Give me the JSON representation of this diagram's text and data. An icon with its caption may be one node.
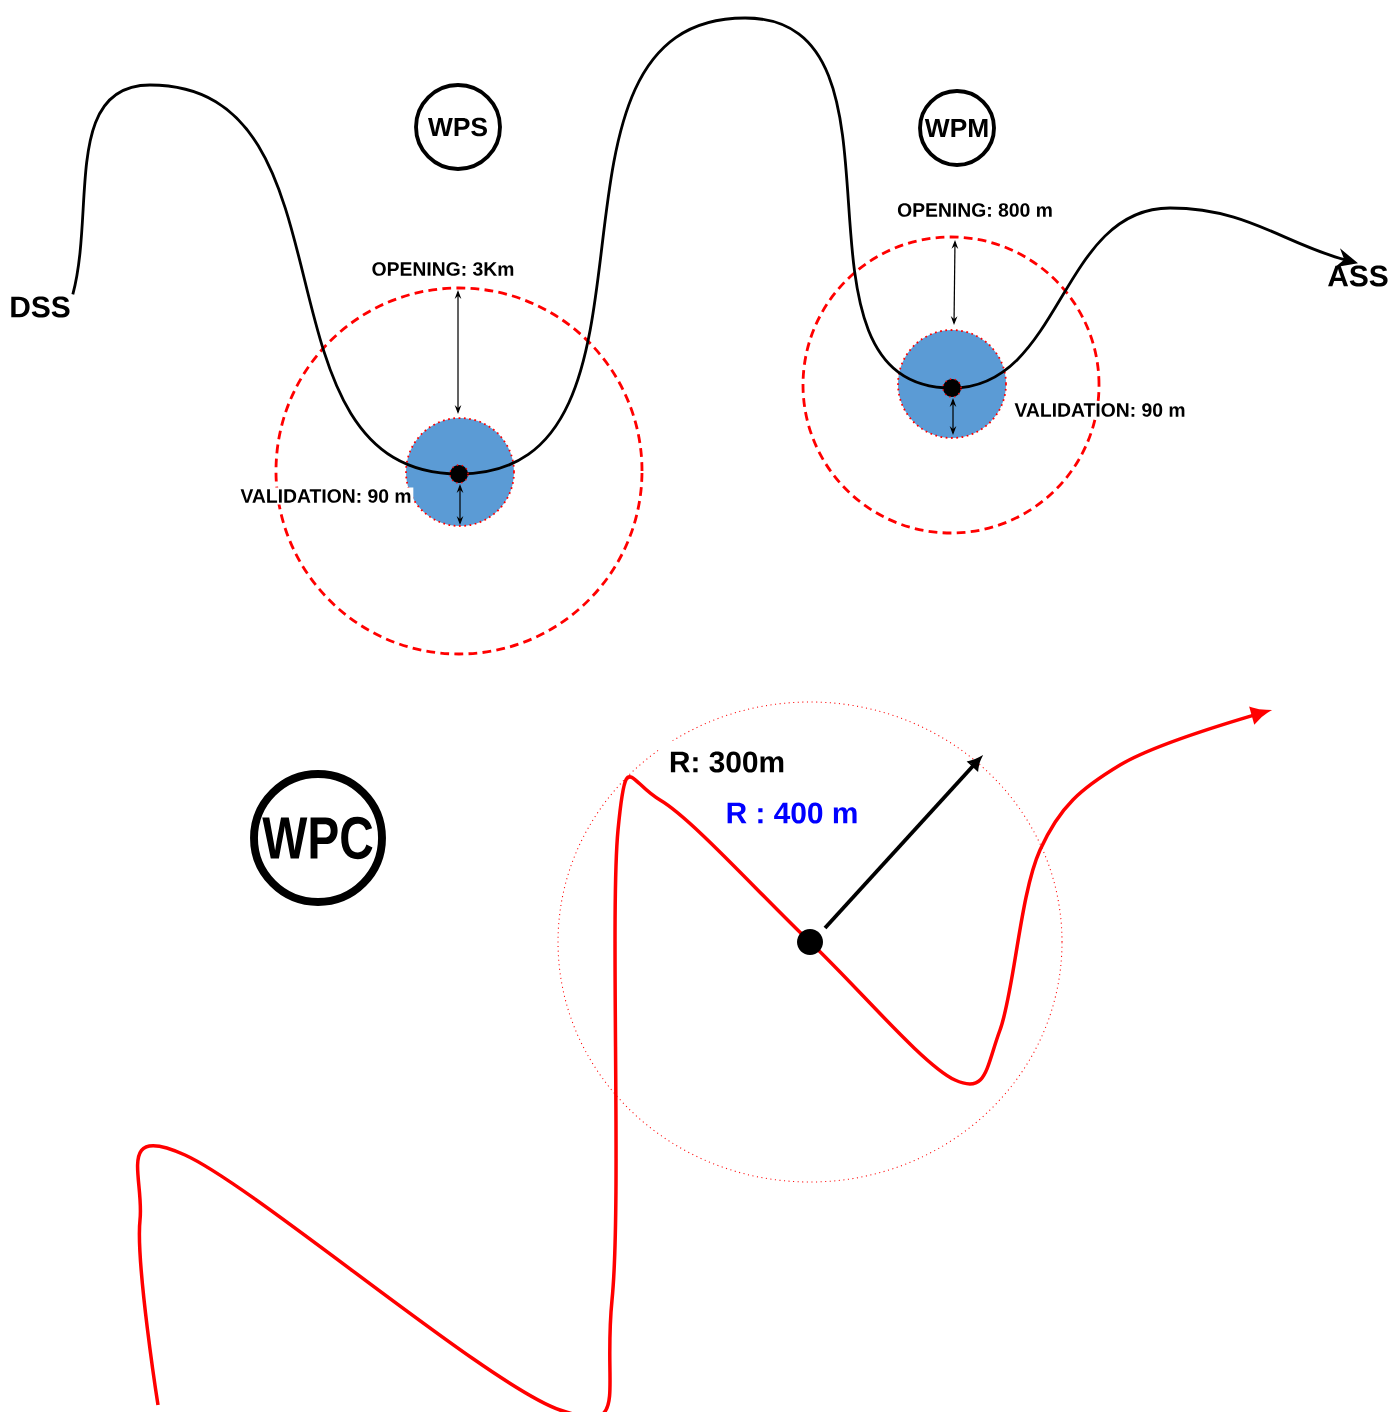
{
  "diagram": {
    "nodes": [
      {
        "text": [
          "DSS"
        ]
      },
      {
        "text": [
          "WPS"
        ]
      },
      {
        "text": [
          "WPM"
        ]
      },
      {
        "text": [
          "ASS"
        ]
      },
      {
        "text": [
          "WPC"
        ]
      }
    ],
    "edges": [
      {
        "from": 0,
        "to": 3,
        "arrow": "to"
      }
    ],
    "labels": [
      "OPENING: 3Km",
      "VALIDATION: 90 m",
      "OPENING: 800 m",
      "VALIDATION: 90 m",
      "R: 300m",
      "R : 400 m"
    ]
  }
}
